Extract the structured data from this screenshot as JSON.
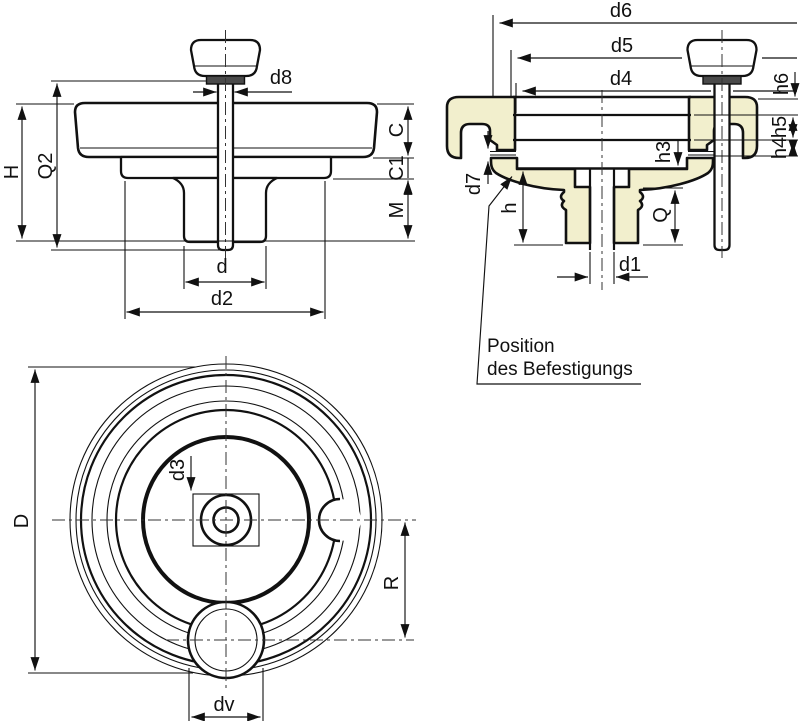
{
  "labels": {
    "H": "H",
    "Q2": "Q2",
    "d8": "d8",
    "C": "C",
    "C1": "C1",
    "M": "M",
    "d": "d",
    "d2": "d2",
    "d6": "d6",
    "d5": "d5",
    "d4": "d4",
    "h6": "h6",
    "h5": "h5",
    "h4": "h4",
    "h3": "h3",
    "d7": "d7",
    "h": "h",
    "Q": "Q",
    "d1": "d1",
    "D": "D",
    "d3": "d3",
    "R": "R",
    "dv": "dv"
  },
  "note": {
    "line1": "Position",
    "line2": "des Befestigungs"
  },
  "colors": {
    "section_fill": "#f2efcd",
    "collar_fill": "#4a4a4a",
    "line": "#111111",
    "background": "#ffffff"
  }
}
